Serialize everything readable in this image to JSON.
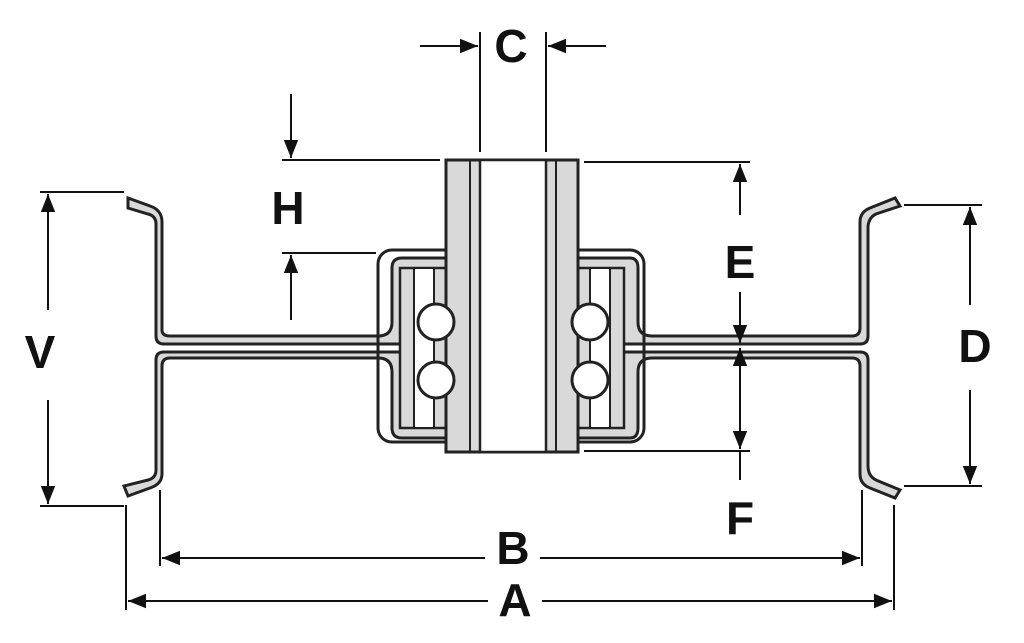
{
  "diagram": {
    "labels": {
      "a": "A",
      "b": "B",
      "c": "C",
      "d": "D",
      "e": "E",
      "f": "F",
      "h": "H",
      "v": "V"
    },
    "colors": {
      "line": "#111111",
      "fill": "#d9d9d9",
      "white": "#ffffff"
    }
  }
}
